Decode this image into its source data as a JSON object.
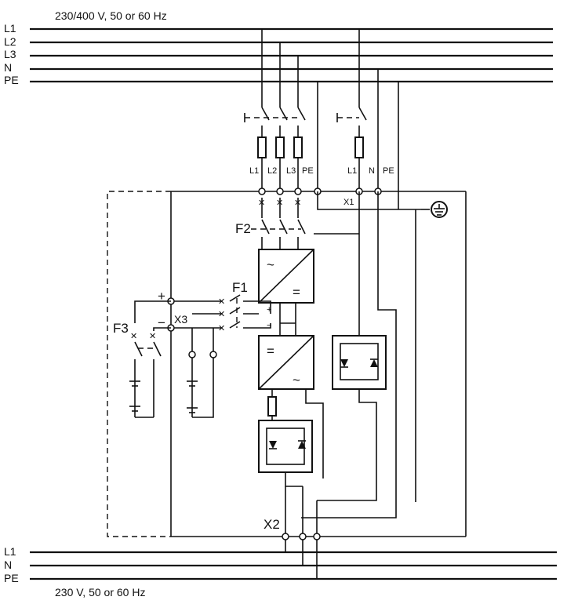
{
  "supply_top": {
    "label": "230/400 V, 50 or 60 Hz",
    "lines": [
      "L1",
      "L2",
      "L3",
      "N",
      "PE"
    ]
  },
  "supply_bottom": {
    "label": "230 V, 50 or 60 Hz",
    "lines": [
      "L1",
      "N",
      "PE"
    ]
  },
  "fuse_labels": {
    "l1": "L1",
    "l2": "L2",
    "l3": "L3",
    "pe": "PE",
    "l1b": "L1",
    "n": "N",
    "pe2": "PE"
  },
  "designators": {
    "f1": "F1",
    "f2": "F2",
    "f3": "F3",
    "x1": "X1",
    "x2": "X2",
    "x3": "X3"
  },
  "polarity": {
    "plus": "+",
    "minus": "−",
    "plus_small": "+",
    "minus_small": "−"
  },
  "symbols": {
    "ac": "~",
    "dc": "=",
    "earth_icon": "earth-ground-icon",
    "rectifier_icon": "rectifier-block-icon",
    "inverter_icon": "inverter-block-icon",
    "bypass_icon": "static-bypass-switch-icon"
  }
}
